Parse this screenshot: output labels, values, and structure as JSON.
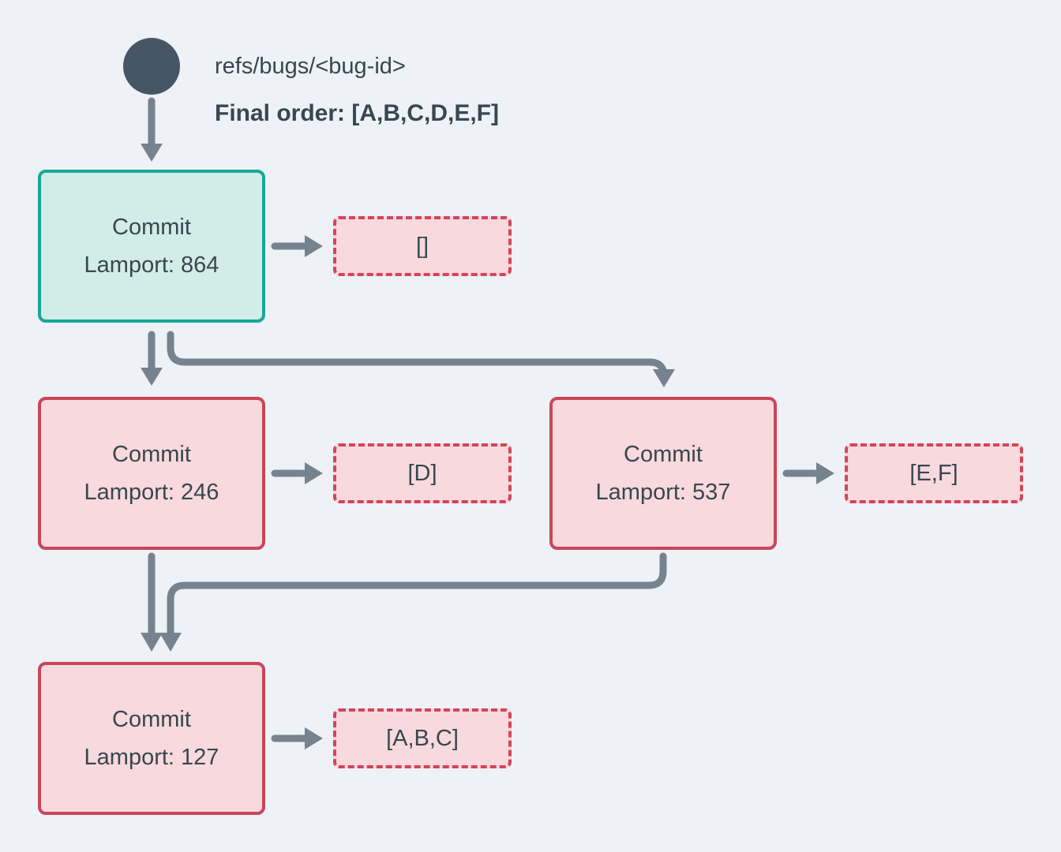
{
  "header": {
    "ref_label": "refs/bugs/<bug-id>",
    "final_order_label": "Final order: [A,B,C,D,E,F]"
  },
  "nodes": [
    {
      "title": "Commit",
      "lamport": "Lamport: 864",
      "kind": "head"
    },
    {
      "title": "Commit",
      "lamport": "Lamport: 246",
      "kind": "commit"
    },
    {
      "title": "Commit",
      "lamport": "Lamport: 537",
      "kind": "commit"
    },
    {
      "title": "Commit",
      "lamport": "Lamport: 127",
      "kind": "commit"
    }
  ],
  "payloads": [
    {
      "label": "[]"
    },
    {
      "label": "[D]"
    },
    {
      "label": "[E,F]"
    },
    {
      "label": "[A,B,C]"
    }
  ],
  "colors": {
    "background": "#EEF1F5",
    "slate": "#37474F",
    "circle": "#465664",
    "arrow": "#76838F",
    "head_border": "#17A798",
    "head_fill": "#D2ECE8",
    "commit_border": "#C9465B",
    "commit_fill": "#F8D9DD",
    "payload_border": "#D4445A",
    "payload_fill": "#F8D9DD"
  }
}
